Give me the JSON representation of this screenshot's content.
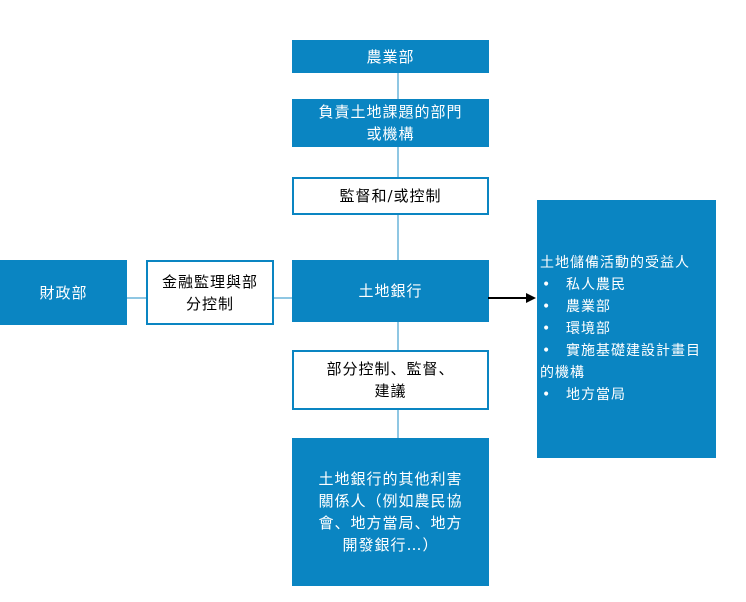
{
  "nodes": {
    "agriculture_dept": "農業部",
    "land_authority": "負責土地課題的部門\n或機構",
    "oversight": "監督和/或控制",
    "finance_ministry": "財政部",
    "financial_supervision": "金融監理與部\n分控制",
    "land_bank": "土地銀行",
    "partial_control": "部分控制、監督、\n建議",
    "other_stakeholders": "土地銀行的其他利害\n關係人（例如農民協\n會、地方當局、地方\n開發銀行…）"
  },
  "beneficiaries": {
    "title": "土地儲備活動的受益人",
    "bullet": "•",
    "items": [
      "私人農民",
      "農業部",
      "環境部",
      "實施基礎建設計畫目的機構",
      "地方當局"
    ]
  },
  "colors": {
    "accent": "#0a85c2",
    "connector": "#8fc7e3",
    "arrow": "#000000"
  }
}
